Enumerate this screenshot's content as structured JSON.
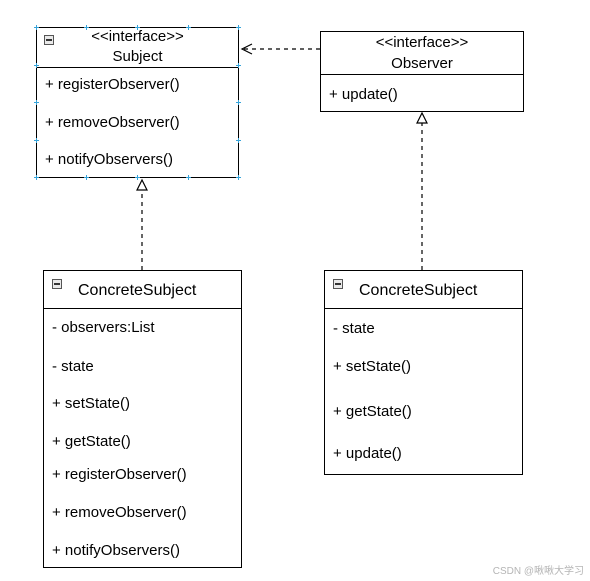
{
  "diagram": {
    "subject": {
      "stereotype": "<<interface>>",
      "name": "Subject",
      "members": [
        "+ registerObserver()",
        "+ removeObserver()",
        "+ notifyObservers()"
      ]
    },
    "observer": {
      "stereotype": "<<interface>>",
      "name": "Observer",
      "members": [
        "+ update()"
      ]
    },
    "concrete_subject": {
      "name": "ConcreteSubject",
      "members": [
        "- observers:List",
        "- state",
        "+ setState()",
        "+ getState()",
        "+ registerObserver()",
        "+ removeObserver()",
        "+ notifyObservers()"
      ]
    },
    "concrete_observer": {
      "name": "ConcreteSubject",
      "members": [
        "- state",
        "+ setState()",
        "+ getState()",
        "+ update()"
      ]
    }
  },
  "watermark": "CSDN @啾啾大学习"
}
